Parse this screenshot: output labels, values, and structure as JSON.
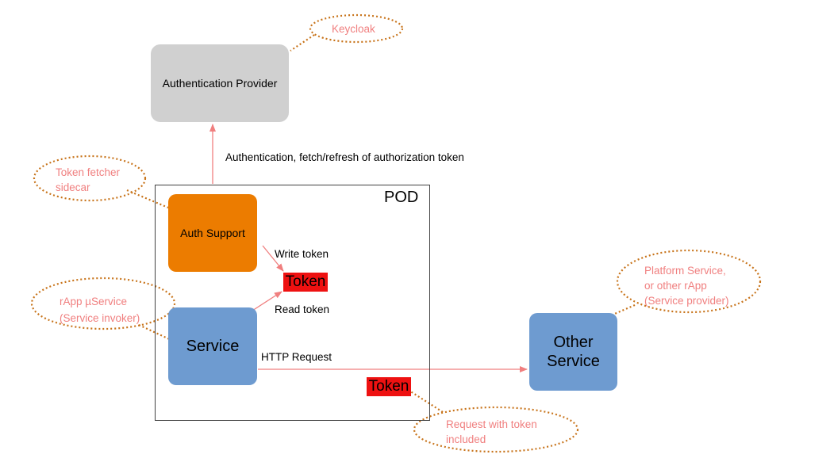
{
  "nodes": {
    "auth_provider": "Authentication Provider",
    "pod": "POD",
    "auth_support": "Auth Support",
    "service": "Service",
    "other_service": "Other\nService"
  },
  "tokens": [
    "Token",
    "Token"
  ],
  "edge_labels": {
    "auth": "Authentication, fetch/refresh of authorization token",
    "write": "Write token",
    "read": "Read token",
    "http": "HTTP Request"
  },
  "callouts": {
    "keycloak": "Keycloak",
    "token_fetcher": "Token fetcher\nsidecar",
    "rapp": "rApp µService\n(Service invoker)",
    "platform": "Platform Service,\nor other rApp\n(Service provider)",
    "request_with_token": "Request with token\nincluded"
  },
  "colors": {
    "provider": "#d0d0d0",
    "auth_support": "#ec7c00",
    "service": "#6e9bd0",
    "token": "#ee1111",
    "arrow": "#f07f7f",
    "callout_border": "#c8741b"
  }
}
